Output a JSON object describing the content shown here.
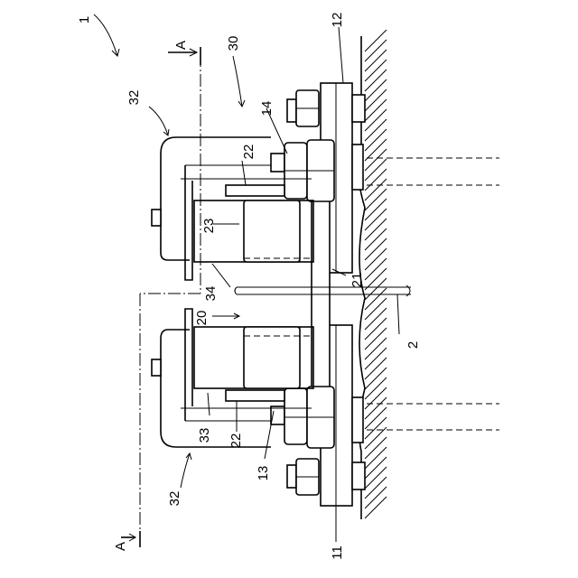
{
  "labels": {
    "device": "1",
    "ground": "2",
    "plate_11": "11",
    "plate_12": "12",
    "bolt_13": "13",
    "bolt_14": "14",
    "assembly_20": "20",
    "plate_21": "21",
    "spacer_22_top": "22",
    "spacer_22_bottom": "22",
    "block_23": "23",
    "unit_30": "30",
    "cover_32_top": "32",
    "cover_32_bottom": "32",
    "bracket_33": "33",
    "gap_34": "34",
    "section_top": "A",
    "section_bottom": "A"
  }
}
